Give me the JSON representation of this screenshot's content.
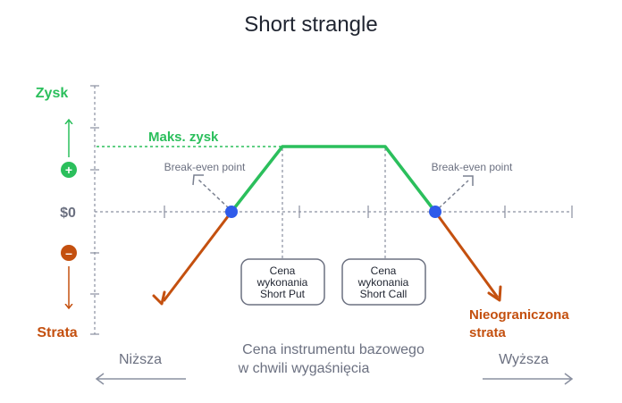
{
  "title": "Short strangle",
  "y_axis": {
    "top_label": "Zysk",
    "zero_label": "$0",
    "bottom_label": "Strata",
    "plus_symbol": "+",
    "minus_symbol": "–"
  },
  "annotations": {
    "max_profit": "Maks. zysk",
    "break_even_left": "Break-even point",
    "break_even_right": "Break-even point",
    "unlimited_loss_line1": "Nieograniczona",
    "unlimited_loss_line2": "strata"
  },
  "strike_boxes": {
    "put": {
      "line1": "Cena",
      "line2": "wykonania",
      "line3": "Short Put"
    },
    "call": {
      "line1": "Cena",
      "line2": "wykonania",
      "line3": "Short Call"
    }
  },
  "x_axis": {
    "low_label": "Niższa",
    "high_label": "Wyższa",
    "caption_line1": "Cena instrumentu bazowego",
    "caption_line2": "w chwili wygaśnięcia"
  },
  "colors": {
    "profit": "#2bbf5c",
    "loss": "#c4500f",
    "axis": "#8a90a0",
    "text_dark": "#1f2430",
    "text_gray": "#6b7080",
    "break_even_dot": "#2f5bea",
    "box_border": "#6b7080"
  }
}
